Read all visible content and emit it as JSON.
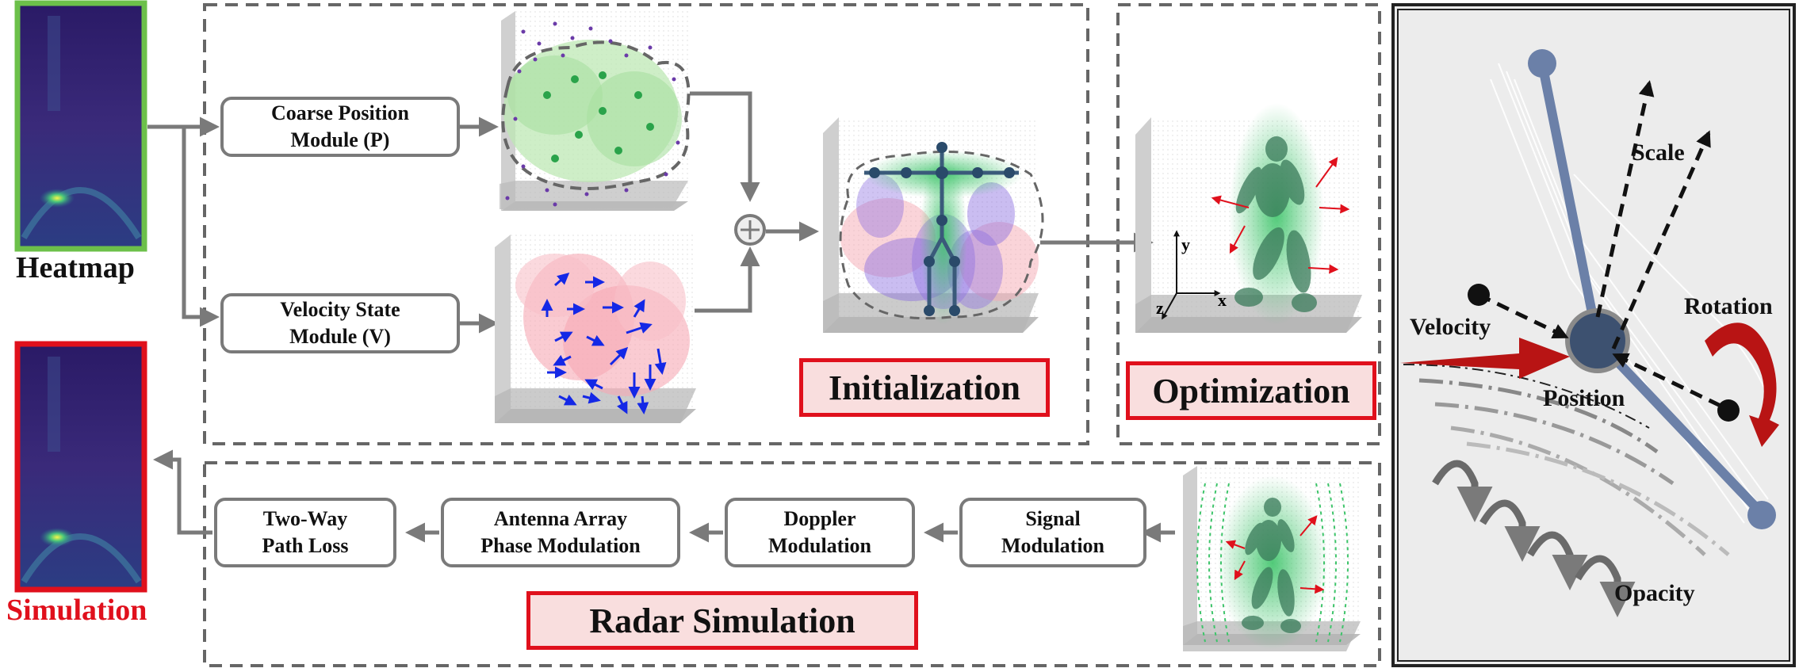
{
  "heatmap": {
    "caption": "Heatmap",
    "frame_color": "#6cc04a"
  },
  "simulation": {
    "caption": "Simulation",
    "frame_color": "#e0101c"
  },
  "modules": {
    "coarse": "Coarse Position\nModule (P)",
    "velocity": "Velocity State\nModule (V)",
    "two_way": "Two-Way\nPath Loss",
    "antenna": "Antenna Array\nPhase Modulation",
    "doppler": "Doppler\nModulation",
    "signal": "Signal\nModulation"
  },
  "stages": {
    "initialization": "Initialization",
    "optimization": "Optimization",
    "radar_simulation": "Radar Simulation"
  },
  "axes": {
    "y": "y",
    "x": "x",
    "z": "z"
  },
  "gaussian_params": {
    "scale": "Scale",
    "rotation": "Rotation",
    "velocity": "Velocity",
    "position": "Position",
    "opacity": "Opacity"
  },
  "colors": {
    "accent_red": "#e0101c",
    "label_fill": "#f9dede",
    "dashed_border": "#666666",
    "arrow_gray": "#7a7a7a",
    "skeleton": "#3a5a7a",
    "gaussian_green": "#3ec46a",
    "gaussian_purple": "#8a6ce0",
    "gaussian_pink": "#f6a9b4",
    "velocity_blue": "#1428e6",
    "bone_blue": "#6b80a8"
  }
}
